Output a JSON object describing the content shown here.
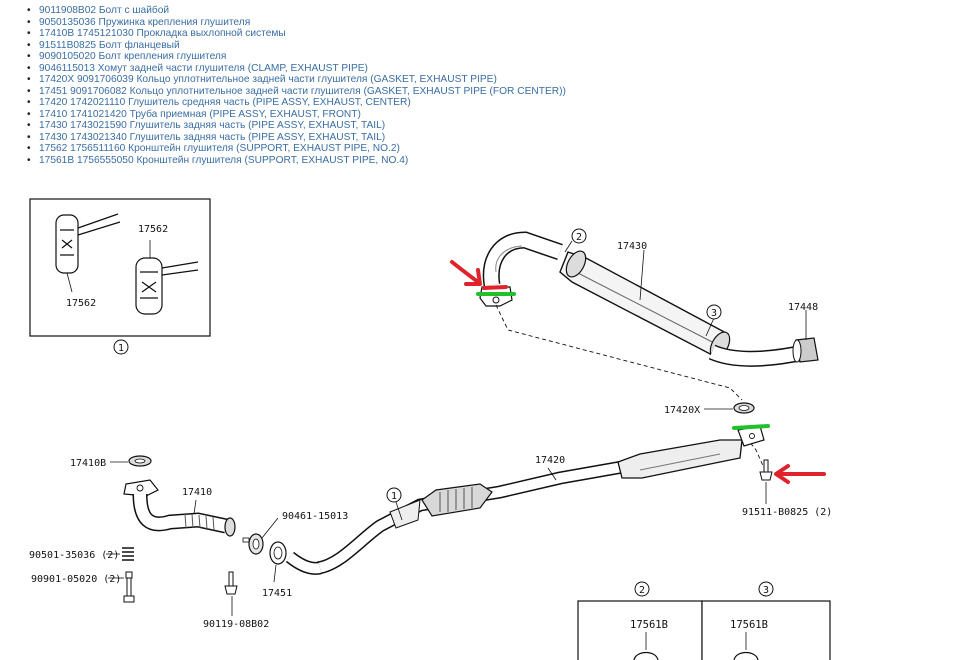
{
  "parts": [
    {
      "number": "9011908B02",
      "description": "Болт с шайбой"
    },
    {
      "number": "9050135036",
      "description": "Пружинка крепления глушителя"
    },
    {
      "number": "17410B 1745121030",
      "description": "Прокладка выхлопной системы"
    },
    {
      "number": "91511B0825",
      "description": "Болт фланцевый"
    },
    {
      "number": "9090105020",
      "description": "Болт крепления глушителя"
    },
    {
      "number": "9046115013",
      "description": "Хомут задней части глушителя (CLAMP, EXHAUST PIPE)"
    },
    {
      "number": "17420X 9091706039",
      "description": "Кольцо уплотнительное задней части глушителя (GASKET, EXHAUST PIPE)"
    },
    {
      "number": "17451 9091706082",
      "description": "Кольцо уплотнительное задней части глушителя (GASKET, EXHAUST PIPE (FOR CENTER))"
    },
    {
      "number": "17420 1742021110",
      "description": "Глушитель средняя часть (PIPE ASSY, EXHAUST, CENTER)"
    },
    {
      "number": "17410 1741021420",
      "description": "Труба приемная (PIPE ASSY, EXHAUST, FRONT)"
    },
    {
      "number": "17430 1743021590",
      "description": "Глушитель задняя часть (PIPE ASSY, EXHAUST, TAIL)"
    },
    {
      "number": "17430 1743021340",
      "description": "Глушитель задняя часть (PIPE ASSY, EXHAUST, TAIL)"
    },
    {
      "number": "17562 1756511160",
      "description": "Кронштейн глушителя (SUPPORT, EXHAUST PIPE, NO.2)"
    },
    {
      "number": "17561B 1756555050",
      "description": "Кронштейн глушителя (SUPPORT, EXHAUST PIPE, NO.4)"
    }
  ],
  "diagram": {
    "callouts": {
      "c1_inset": "1",
      "c1_pipe": "1",
      "c2": "2",
      "c3": "3",
      "c2_bottom": "2",
      "c3_bottom": "3"
    },
    "labels": {
      "p17562_top": "17562",
      "p17562_bottom": "17562",
      "p17430": "17430",
      "p17448": "17448",
      "p17420X": "17420X",
      "p17420": "17420",
      "p17410B": "17410B",
      "p17410": "17410",
      "p90461": "90461-15013",
      "p90501": "90501-35036 (2)",
      "p90901": "90901-05020 (2)",
      "p17451": "17451",
      "p90119": "90119-08B02",
      "p91511": "91511-B0825 (2)",
      "p17561B_a": "17561B",
      "p17561B_b": "17561B"
    },
    "colors": {
      "arrow": "#e0232a",
      "highlight_green": "#22c02a",
      "highlight_red": "#e0232a",
      "line": "#1a1a1a"
    }
  }
}
